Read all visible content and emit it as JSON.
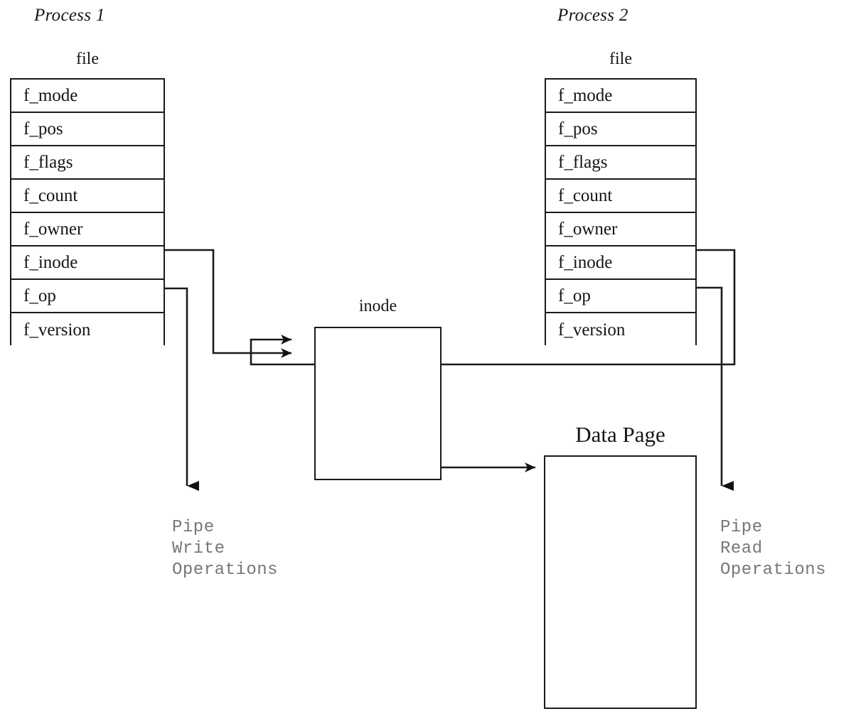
{
  "diagram": {
    "title_left": "Process 1",
    "title_right": "Process 2",
    "struct_caption": "file",
    "inode_caption": "inode",
    "datapage_caption": "Data Page",
    "line_color": "#1a1a1a",
    "note_color": "#777777",
    "text_color": "#141414"
  },
  "process1": {
    "title": "Process 1",
    "table_caption": "file",
    "fields": [
      "f_mode",
      "f_pos",
      "f_flags",
      "f_count",
      "f_owner",
      "f_inode",
      "f_op",
      "f_version"
    ]
  },
  "process2": {
    "title": "Process 2",
    "table_caption": "file",
    "fields": [
      "f_mode",
      "f_pos",
      "f_flags",
      "f_count",
      "f_owner",
      "f_inode",
      "f_op",
      "f_version"
    ]
  },
  "inode_node": {
    "caption": "inode"
  },
  "datapage_node": {
    "caption": "Data Page"
  },
  "notes": {
    "write_ops": "Pipe\nWrite\nOperations",
    "read_ops": "Pipe\nRead\nOperations"
  }
}
